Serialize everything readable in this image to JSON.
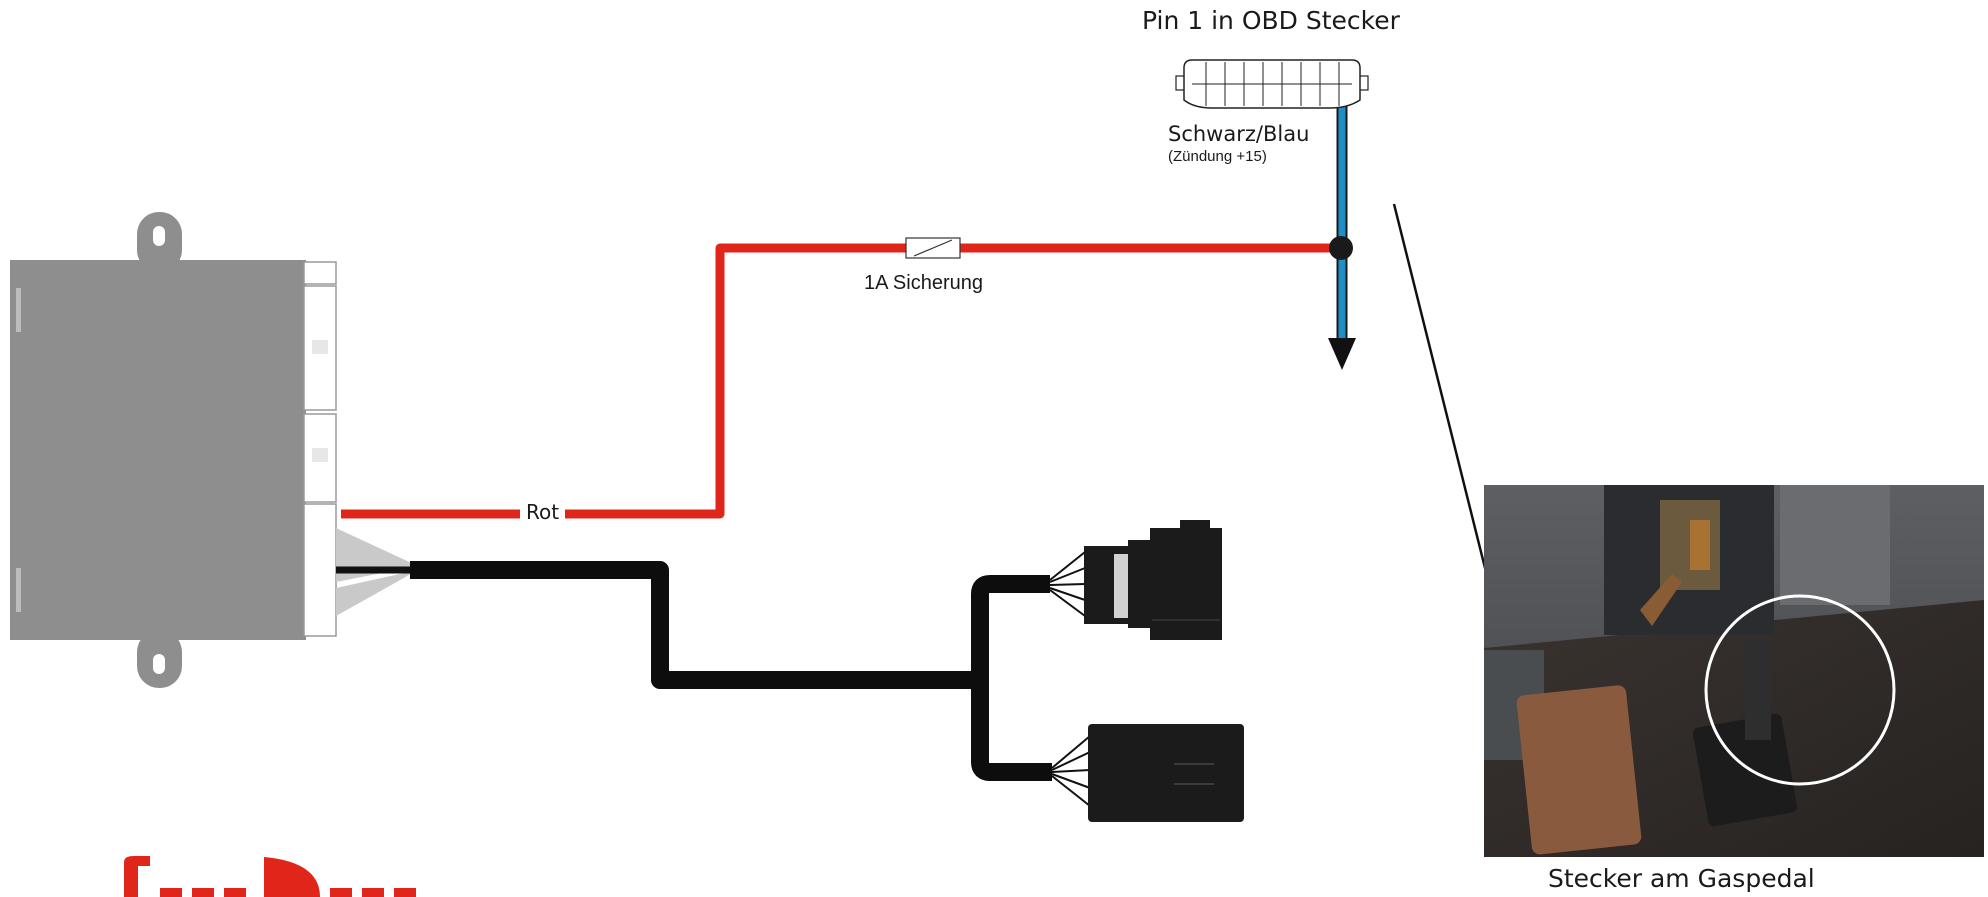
{
  "labels": {
    "obd_title": "Pin 1 in OBD Stecker",
    "wire_color": "Schwarz/Blau",
    "wire_function": "(Zündung +15)",
    "fuse": "1A Sicherung",
    "red_wire": "Rot",
    "photo_caption": "Stecker am Gaspedal"
  },
  "colors": {
    "red_wire": "#e0251b",
    "blue_wire": "#1e8fc4",
    "black_cable": "#0d0d0d",
    "module_body": "#8e8e8e",
    "connector_body": "#1b1b1b",
    "logo_red": "#e0251b"
  },
  "icons": {
    "module": "control-module-icon",
    "obd": "obd-connector-icon",
    "fuse": "fuse-icon",
    "plug_a": "plug-connector-icon",
    "plug_b": "socket-connector-icon",
    "logo": "brand-logo-icon"
  }
}
